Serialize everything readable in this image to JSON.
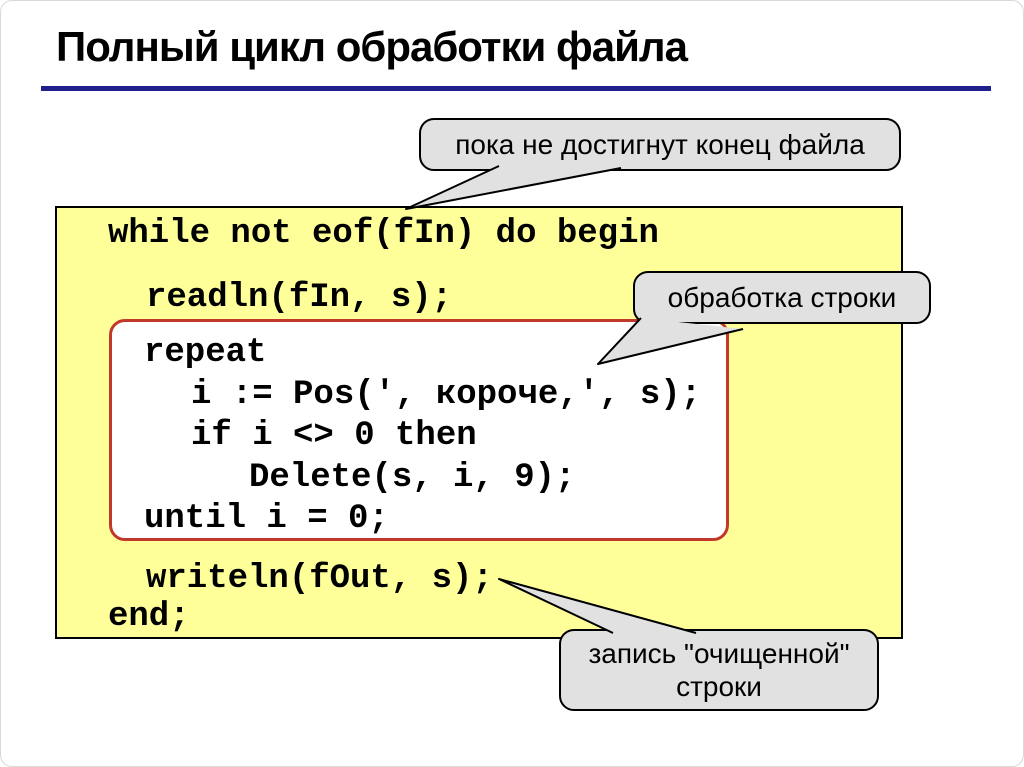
{
  "title": "Полный цикл обработки файла",
  "callouts": {
    "eof_note": "пока не достигнут конец файла",
    "process_note": "обработка строки",
    "write_note_line1": "запись \"очищенной\"",
    "write_note_line2": "строки"
  },
  "code": {
    "language": "pascal",
    "lines": [
      "while not eof(fIn) do begin",
      "readln(fIn, s);",
      "repeat",
      "i := Pos(', короче,', s);",
      "if i <> 0 then",
      "Delete(s, i, 9);",
      "until i = 0;",
      "writeln(fOut, s);",
      "end;"
    ]
  },
  "colors": {
    "title_rule": "#20208A",
    "code_panel_bg": "#FFFF99",
    "code_panel_border": "#000000",
    "inner_panel_border": "#C0392B",
    "inner_panel_bg": "#FFFFFF",
    "callout_bg": "#E1E1E1",
    "callout_border": "#000000",
    "text": "#000000"
  }
}
